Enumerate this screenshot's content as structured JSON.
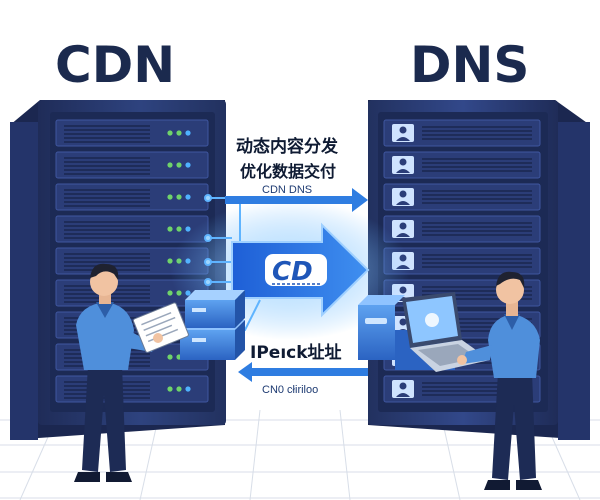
{
  "titles": {
    "left": "CDN",
    "right": "DNS"
  },
  "center_text": {
    "line1": "动态内容分发",
    "line2": "优化数据交付",
    "ip_label": "IPeıck址址"
  },
  "arrows": {
    "top_label": "CDN DNS",
    "middle_logo": "CD",
    "bottom_label": "CN0 cłiriloo"
  },
  "colors": {
    "server_dark": "#27376a",
    "server_mid": "#34488a",
    "accent_blue": "#2f7de1",
    "glow": "#5fb4ff",
    "title": "#1b2a4e"
  }
}
